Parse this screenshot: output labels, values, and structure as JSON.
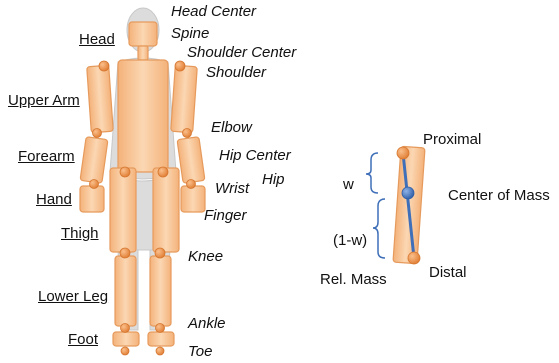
{
  "segment_labels": {
    "head": "Head",
    "upper_arm": "Upper Arm",
    "forearm": "Forearm",
    "hand": "Hand",
    "thigh": "Thigh",
    "lower_leg": "Lower Leg",
    "foot": "Foot"
  },
  "joint_labels": {
    "head_center": "Head Center",
    "spine": "Spine",
    "shoulder_center": "Shoulder Center",
    "shoulder": "Shoulder",
    "elbow": "Elbow",
    "hip_center": "Hip Center",
    "hip": "Hip",
    "wrist": "Wrist",
    "finger": "Finger",
    "knee": "Knee",
    "ankle": "Ankle",
    "toe": "Toe"
  },
  "segment_model": {
    "proximal": "Proximal",
    "center_of_mass": "Center of Mass",
    "distal": "Distal",
    "w": "w",
    "one_minus_w": "(1-w)",
    "rel_mass": "Rel. Mass"
  },
  "colors": {
    "segment_fill": "#f8c79a",
    "segment_stroke": "#e69a5c",
    "joint": "#e8893f",
    "center_of_mass": "#3f6fb8",
    "axis_line": "#3f6fb8",
    "brace": "#3f6fb8",
    "silhouette": "#d9d9d9"
  }
}
